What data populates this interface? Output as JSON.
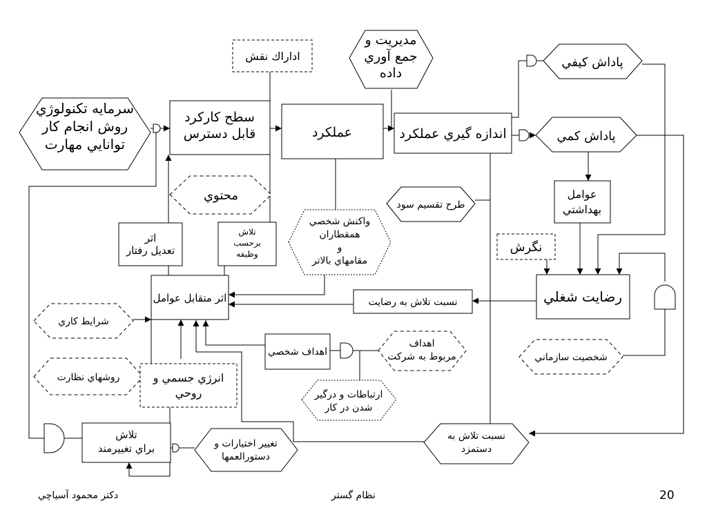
{
  "nodes": {
    "n1": [
      "سرمايه تكنولوژي",
      "روش انجام كار",
      "توانايي مهارت"
    ],
    "n2": [
      "سطح كاركرد",
      "قابل دسترس"
    ],
    "n3": [
      "اداراك نقش"
    ],
    "n4": [
      "مديريت و",
      "جمع آوري",
      "داده"
    ],
    "n5": [
      "عملكرد"
    ],
    "n6": [
      "اندازه گيري عملكرد"
    ],
    "n7": [
      "پاداش كيفي"
    ],
    "n8": [
      "پاداش كمي"
    ],
    "n9": [
      "محتوي"
    ],
    "n10": [
      "طرح تقسيم سود"
    ],
    "n11": [
      "عوامل",
      "بهداشتي"
    ],
    "n12": [
      "اثر",
      "تعديل رفتار"
    ],
    "n13": [
      "تلاش",
      "برحسب",
      "وظيفه"
    ],
    "n14": [
      "واكنش شخصي",
      "همقطاران",
      "و",
      "مقامهاي بالاتر"
    ],
    "n15": [
      "نگرش"
    ],
    "n16": [
      "اثر متقابل عوامل"
    ],
    "n17": [
      "نسبت تلاش به رضايت"
    ],
    "n18": [
      "رضايت شغلي"
    ],
    "n19": [
      "شرايط كاري"
    ],
    "n20": [
      "اهداف",
      "مربوط به شركت"
    ],
    "n21": [
      "اهداف شخصي"
    ],
    "n22": [
      "شخصيت سازماني"
    ],
    "n23": [
      "روشهاي نظارت"
    ],
    "n24": [
      "انرژي جسمي و",
      "روحي"
    ],
    "n25": [
      "ارتباطات و درگير",
      "شدن در كار"
    ],
    "n26": [
      "تلاش",
      "براي تغييرمند"
    ],
    "n27": [
      "تغيير اختيارات و",
      "دستورالعمها"
    ],
    "n28": [
      "نسبت تلاش به",
      "دستمزد"
    ]
  },
  "footer": {
    "author": "دكتر محمود آسياچي",
    "center": "نظام گستر",
    "page": "20"
  }
}
